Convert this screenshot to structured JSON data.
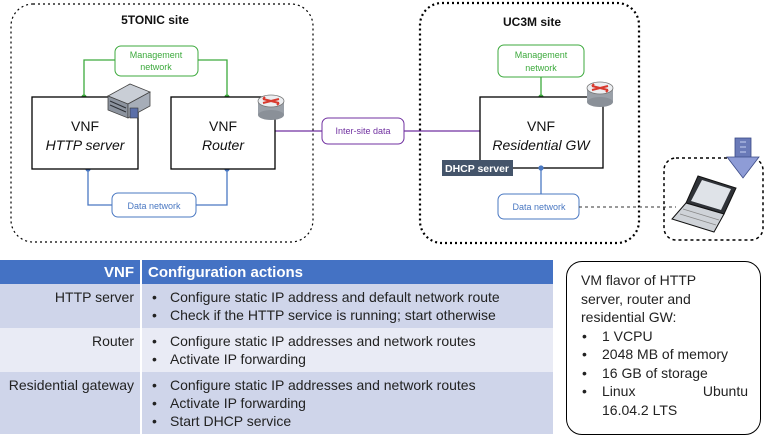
{
  "sites": {
    "fivetonic": "5TONIC site",
    "uc3m": "UC3M site"
  },
  "networks": {
    "mgmt_5tonic": [
      "Management",
      "network"
    ],
    "mgmt_uc3m": [
      "Management",
      "network"
    ],
    "data_5tonic": "Data network",
    "data_uc3m": "Data network",
    "inter_site": "Inter-site data"
  },
  "vnfs": {
    "http": {
      "title": "VNF",
      "subtitle": "HTTP server"
    },
    "router": {
      "title": "VNF",
      "subtitle": "Router"
    },
    "gw": {
      "title": "VNF",
      "subtitle": "Residential GW"
    }
  },
  "dhcp_badge": "DHCP server",
  "icons": [
    "server-icon",
    "router-icon",
    "laptop-icon",
    "download-arrow-icon"
  ],
  "colors": {
    "management": "#3daa3d",
    "data": "#4a78c2",
    "inter_site": "#7030a0",
    "table_header": "#4472c4",
    "dhcp_badge": "#44546a"
  },
  "table": {
    "headers": [
      "VNF",
      "Configuration actions"
    ],
    "rows": [
      {
        "vnf": "HTTP server",
        "actions": [
          "Configure static IP address and default network route",
          "Check if the HTTP service is running; start otherwise"
        ]
      },
      {
        "vnf": "Router",
        "actions": [
          "Configure static IP addresses and network routes",
          "Activate IP forwarding"
        ]
      },
      {
        "vnf": "Residential gateway",
        "actions": [
          "Configure static IP addresses and network routes",
          "Activate IP forwarding",
          "Start DHCP service"
        ]
      }
    ]
  },
  "flavor": {
    "intro": [
      "VM flavor of HTTP",
      "server, router and",
      "residential GW:"
    ],
    "items": [
      "1 VCPU",
      "2048 MB of memory",
      "16 GB of storage"
    ],
    "last_item": {
      "word1": "Linux",
      "word2": "Ubuntu",
      "line2": "16.04.2 LTS"
    }
  }
}
